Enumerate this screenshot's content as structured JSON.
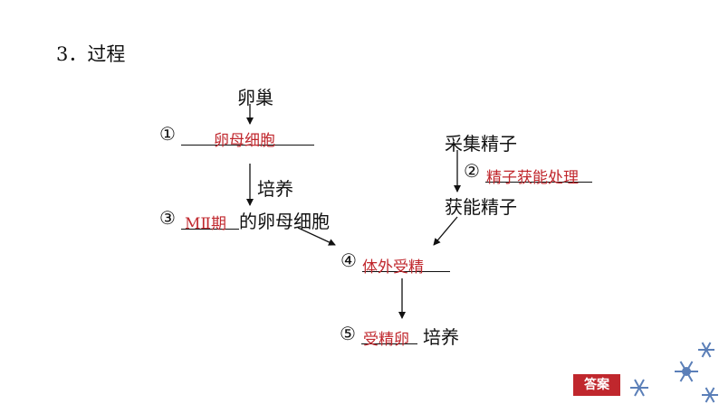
{
  "title": "3．过程",
  "nodes": {
    "ovary": "卵巢",
    "step1_num": "①",
    "step1_answer": "卵母细胞",
    "culture_a": "培养",
    "step3_num": "③",
    "step3_answer": "MⅡ期",
    "step3_suffix": "的卵母细胞",
    "collect_sperm": "采集精子",
    "step2_num": "②",
    "step2_answer": "精子获能处理",
    "capacitated_sperm": "获能精子",
    "step4_num": "④",
    "step4_answer": "体外受精",
    "step5_num": "⑤",
    "step5_answer": "受精卵",
    "culture_b": "培养"
  },
  "answer_button": "答案",
  "colors": {
    "answer_red": "#c0272d",
    "snowflake": "#5b7fb8"
  }
}
